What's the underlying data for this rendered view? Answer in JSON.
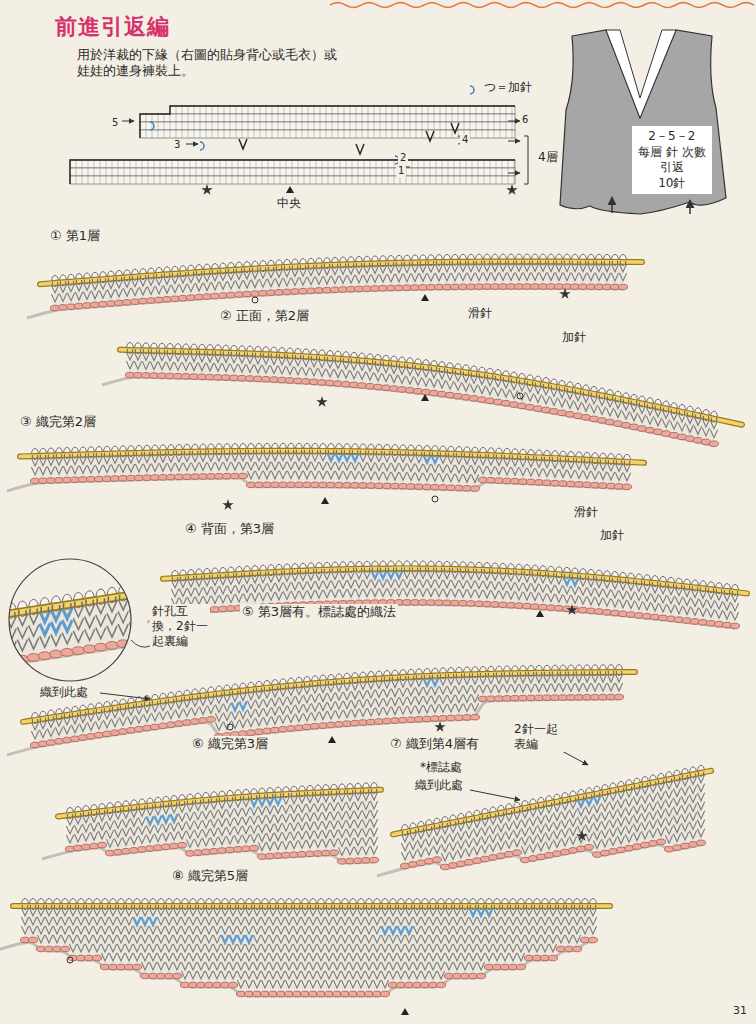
{
  "diagram": {
    "title": "前進引返編",
    "nodes": [
      {
        "text": [
          "2－5－2",
          "每層 針 次數",
          "引返",
          "10針"
        ]
      }
    ],
    "labels": [
      "用於洋裁的下緣（右圖的貼身背心或毛衣）或娃娃的連身褲裝上。",
      "つ＝加針",
      "6",
      "5",
      "4",
      "3",
      "2",
      "1",
      "4層",
      "中央",
      "① 第1層",
      "② 正面，第2層",
      "滑針",
      "加針",
      "③ 織完第2層",
      "④ 背面，第3層",
      "滑針",
      "加針",
      "針孔互換，2針一起裏編",
      "⑤ 第3層有。標誌處的織法",
      "織到此處",
      "⑥ 織完第3層",
      "⑦ 織到第4層有",
      "2針一起表編",
      "*標誌處",
      "織到此處",
      "⑧ 織完第5層",
      "31"
    ]
  }
}
